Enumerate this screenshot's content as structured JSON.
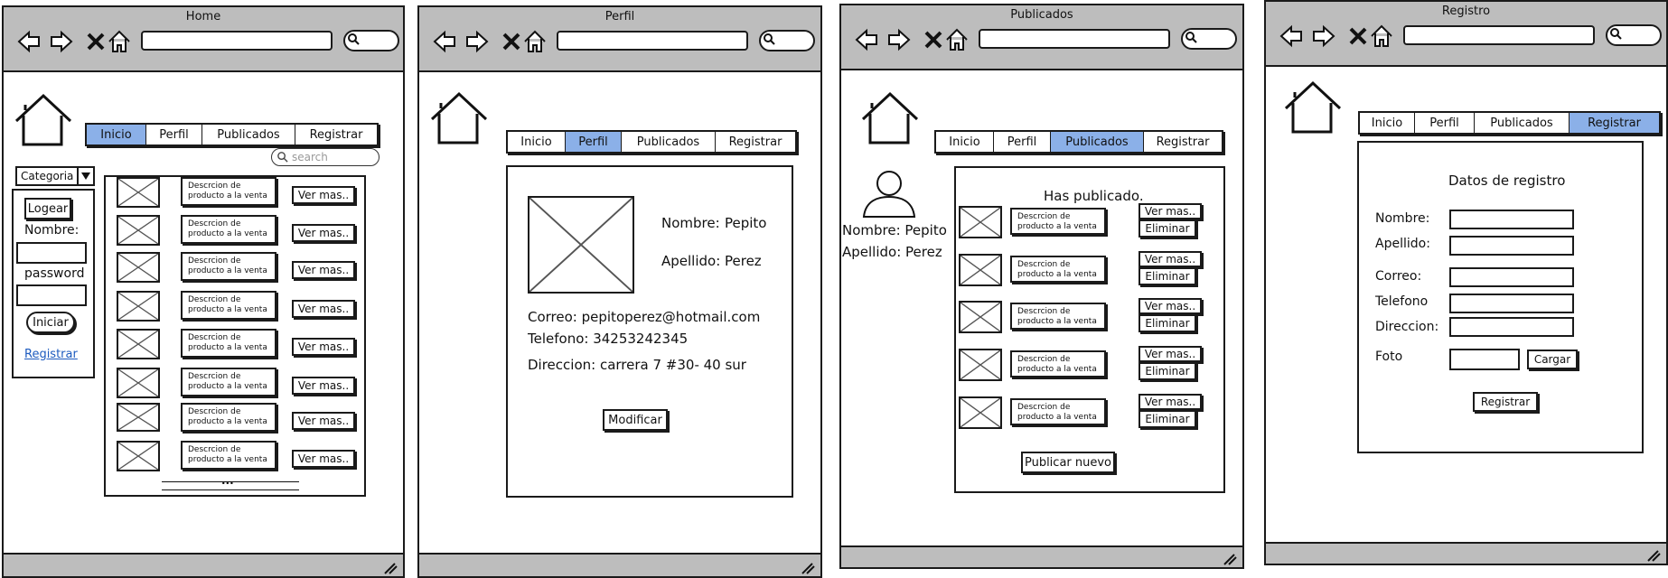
{
  "windows": {
    "home": {
      "title": "Home"
    },
    "perfil": {
      "title": "Perfil"
    },
    "publicados": {
      "title": "Publicados"
    },
    "registro": {
      "title": "Registro"
    }
  },
  "tabs": [
    "Inicio",
    "Perfil",
    "Publicados",
    "Registrar"
  ],
  "home": {
    "search_placeholder": "search",
    "category_label": "Categoria",
    "login": {
      "title": "Logear",
      "nombre_label": "Nombre:",
      "password_label": "password",
      "submit": "Iniciar",
      "register_link": "Registrar"
    },
    "product_desc": "Descrcion de producto a la venta",
    "ver_mas": "Ver mas..",
    "pager": "..."
  },
  "perfil": {
    "nombre_label": "Nombre:",
    "nombre_value": "Pepito",
    "apellido_label": "Apellido:",
    "apellido_value": "Perez",
    "correo": "Correo:  pepitoperez@hotmail.com",
    "telefono": "Telefono: 34253242345",
    "direccion": "Direccion: carrera 7 #30- 40 sur",
    "modificar": "Modificar"
  },
  "publicados": {
    "nombre": "Nombre:  Pepito",
    "apellido": "Apellido:  Perez",
    "heading": "Has publicado.",
    "product_desc": "Descrcion de producto a la venta",
    "ver_mas": "Ver mas..",
    "eliminar": "Eliminar",
    "publicar_nuevo": "Publicar nuevo"
  },
  "registro": {
    "heading": "Datos de registro",
    "nombre": "Nombre:",
    "apellido": "Apellido:",
    "correo": "Correo:",
    "telefono": "Telefono",
    "direccion": "Direccion:",
    "foto": "Foto",
    "cargar": "Cargar",
    "registrar": "Registrar"
  }
}
